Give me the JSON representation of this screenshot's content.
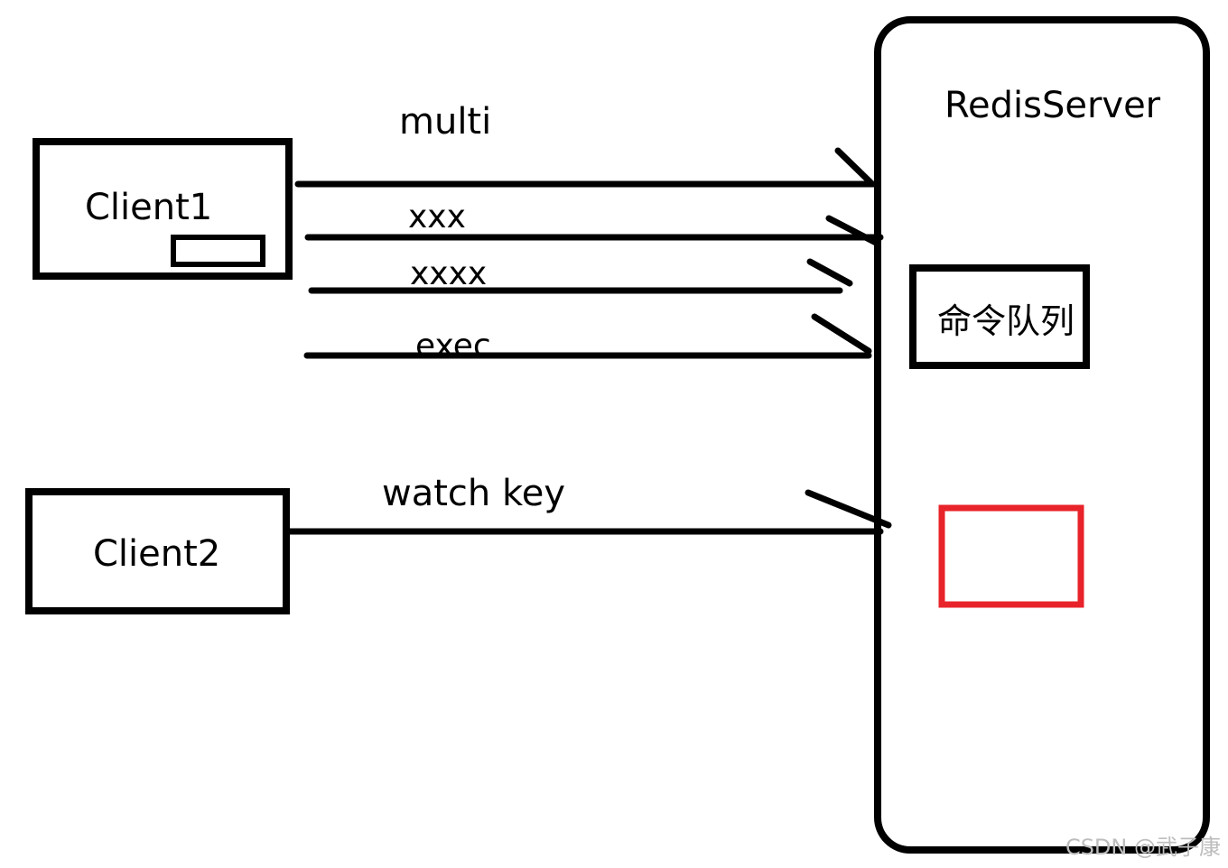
{
  "nodes": {
    "client1": {
      "label": "Client1"
    },
    "client2": {
      "label": "Client2"
    },
    "server": {
      "label": "RedisServer"
    },
    "command_queue": {
      "label": "命令队列"
    }
  },
  "edges": {
    "multi": {
      "label": "multi"
    },
    "cmd1": {
      "label": "xxx"
    },
    "cmd2": {
      "label": "xxxx"
    },
    "exec": {
      "label": "exec"
    },
    "watch": {
      "label": "watch key"
    }
  },
  "colors": {
    "stroke": "#000000",
    "highlight_box": "#e8232a",
    "watermark": "#bdbdbd"
  },
  "watermark": "CSDN @武子康"
}
